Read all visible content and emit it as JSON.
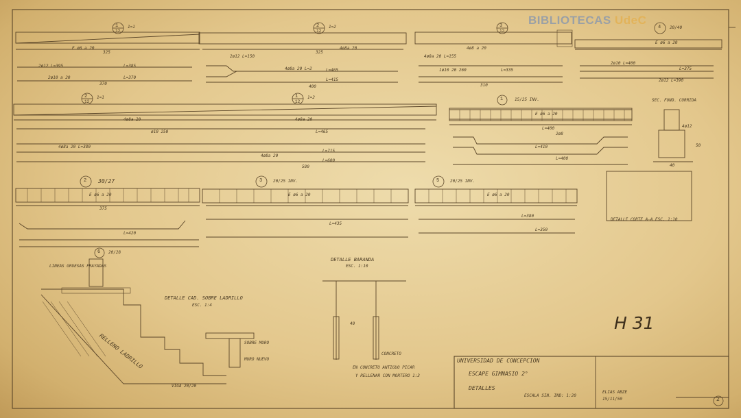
{
  "watermark": {
    "primary": "BIBLIOTECAS",
    "secondary": "UdeC"
  },
  "marks": {
    "m1": {
      "num": "1",
      "den": "12",
      "note": "1=1"
    },
    "m2": {
      "num": "2",
      "den": "12",
      "note": "1=2"
    },
    "m3": {
      "num": "3",
      "den": "12"
    },
    "m4": {
      "num": "4",
      "note": "20/40"
    },
    "m5": {
      "num": "2",
      "den": "12",
      "note": "1=1"
    },
    "m6": {
      "num": "1",
      "den": "12",
      "note": "1=2"
    },
    "b1": {
      "num": "1",
      "note": "15/25 INV."
    },
    "b2": {
      "num": "2",
      "note": "30/27"
    },
    "b3": {
      "num": "3",
      "note": "20/25 INV."
    },
    "b5": {
      "num": "5",
      "note": "20/25 INV."
    },
    "b6": {
      "num": "6",
      "note": "20/28"
    }
  },
  "rebar": {
    "r1": "E ø6 a 20",
    "r2": "325",
    "r3": "2ø12 L=395",
    "r4": "L=385",
    "r5": "2ø10 a 20",
    "r6": "L=370",
    "r7": "370",
    "r8": "2ø12 L=150",
    "r9": "4ø8a 20",
    "r10": "325",
    "r11": "4ø8a 20 L=2",
    "r12": "L=465",
    "r13": "L=415",
    "r14": "400",
    "r15": "4ø8 a 20",
    "r16": "4ø8a 20 L=155",
    "r17": "1ø10 20 260",
    "r18": "L=335",
    "r19": "310",
    "r20": "E ø6 a 20",
    "r21": "2ø10 L=400",
    "r22": "L=375",
    "r23": "2ø12 L=390",
    "r24": "4ø8a 20",
    "r25": "4ø8a 20",
    "r26": "ø10 250",
    "r27": "L=465",
    "r28": "4ø8a 20 L=380",
    "r29": "L=715",
    "r30": "4ø8a 20",
    "r31": "L=600",
    "r32": "580",
    "r33": "E ø6 a 20",
    "r34": "L=400",
    "r35": "2ø8",
    "r36": "L=410",
    "r37": "L=400",
    "r38": "E ø6 a 20",
    "r39": "375",
    "r40": "L=420",
    "r41": "E ø6 a 20",
    "r42": "L=435",
    "r43": "E ø6 a 20",
    "r44": "L=380",
    "r45": "L=350"
  },
  "details": {
    "foundation": "SEC. FUND. CORRIDA",
    "foundation_rebar": "4ø12",
    "foundation_height": "50",
    "foundation_width": "40",
    "cut": "DETALLE CORTE A-A ESC. 1:10",
    "baranda": "DETALLE BARANDA",
    "baranda_scale": "ESC. 1:10",
    "baranda_dim": "40",
    "concreto": "CONCRETO",
    "note1": "EN CONCRETO ANTIGUO PICAR",
    "note2": "Y RELLENAR CON MORTERO 1:3",
    "cad": "DETALLE CAD. SOBRE LADRILLO",
    "cad_scale": "ESC. 1:4",
    "lineas": "LINEAS GRUESAS FRAYADAS",
    "sobre_muro": "SOBRE MURO",
    "muro_nuevo": "MURO NUEVO",
    "relleno": "RELLENO LADRILLO",
    "viga": "VIGA 20/20"
  },
  "title_block": {
    "institution": "UNIVERSIDAD DE CONCEPCION",
    "project": "ESCAPE GIMNASIO 2°",
    "drawing": "DETALLES",
    "scale": "ESCALA SIN. IND: 1:20",
    "author": "ELIAS ABZE",
    "date": "15/11/50",
    "sheet": "2",
    "plan_id": "H 31"
  }
}
